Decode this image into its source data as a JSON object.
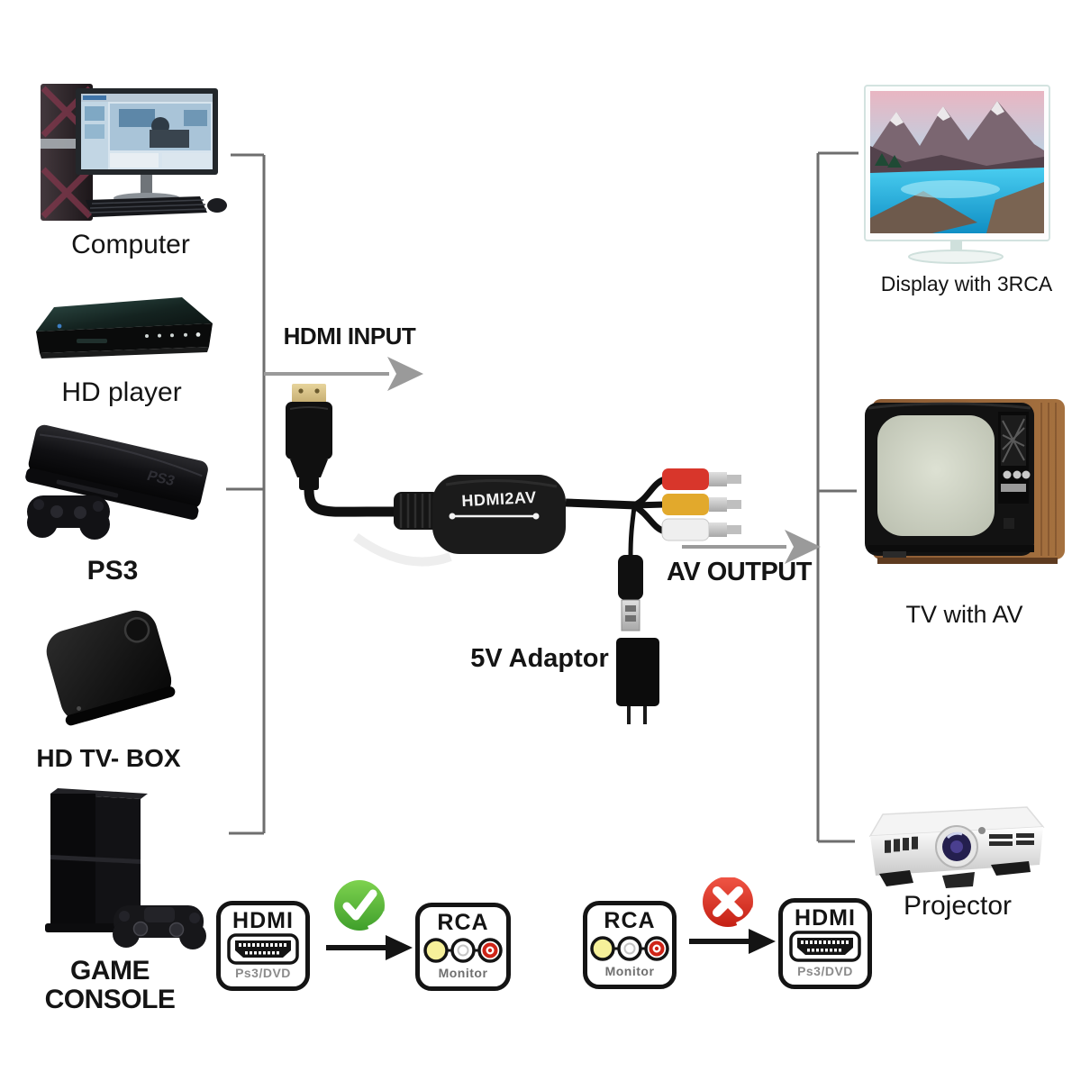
{
  "diagram": {
    "hdmi_input_label": "HDMI INPUT",
    "av_output_label": "AV OUTPUT",
    "adaptor_label": "5V Adaptor",
    "converter_label": "HDMI2AV"
  },
  "left_devices": [
    {
      "label": "Computer"
    },
    {
      "label": "HD player"
    },
    {
      "label": "PS3"
    },
    {
      "label": "HD TV- BOX"
    },
    {
      "label": "GAME CONSOLE"
    }
  ],
  "right_devices": [
    {
      "label": "Display with 3RCA"
    },
    {
      "label": "TV with AV"
    },
    {
      "label": "Projector"
    }
  ],
  "compatibility": [
    {
      "from": "HDMI",
      "from_sub": "Ps3/DVD",
      "to": "RCA",
      "to_sub": "Monitor",
      "status": "supported"
    },
    {
      "from": "RCA",
      "from_sub": "Monitor",
      "to": "HDMI",
      "to_sub": "Ps3/DVD",
      "status": "not-supported"
    }
  ],
  "colors": {
    "rca_red": "#d8362b",
    "rca_yellow": "#e2a92c",
    "rca_white": "#efefef",
    "check_green": "#4fae35",
    "cross_red": "#d62b1d",
    "line_gray": "#6e6e6e",
    "arrow_gray": "#9a9a9a"
  }
}
